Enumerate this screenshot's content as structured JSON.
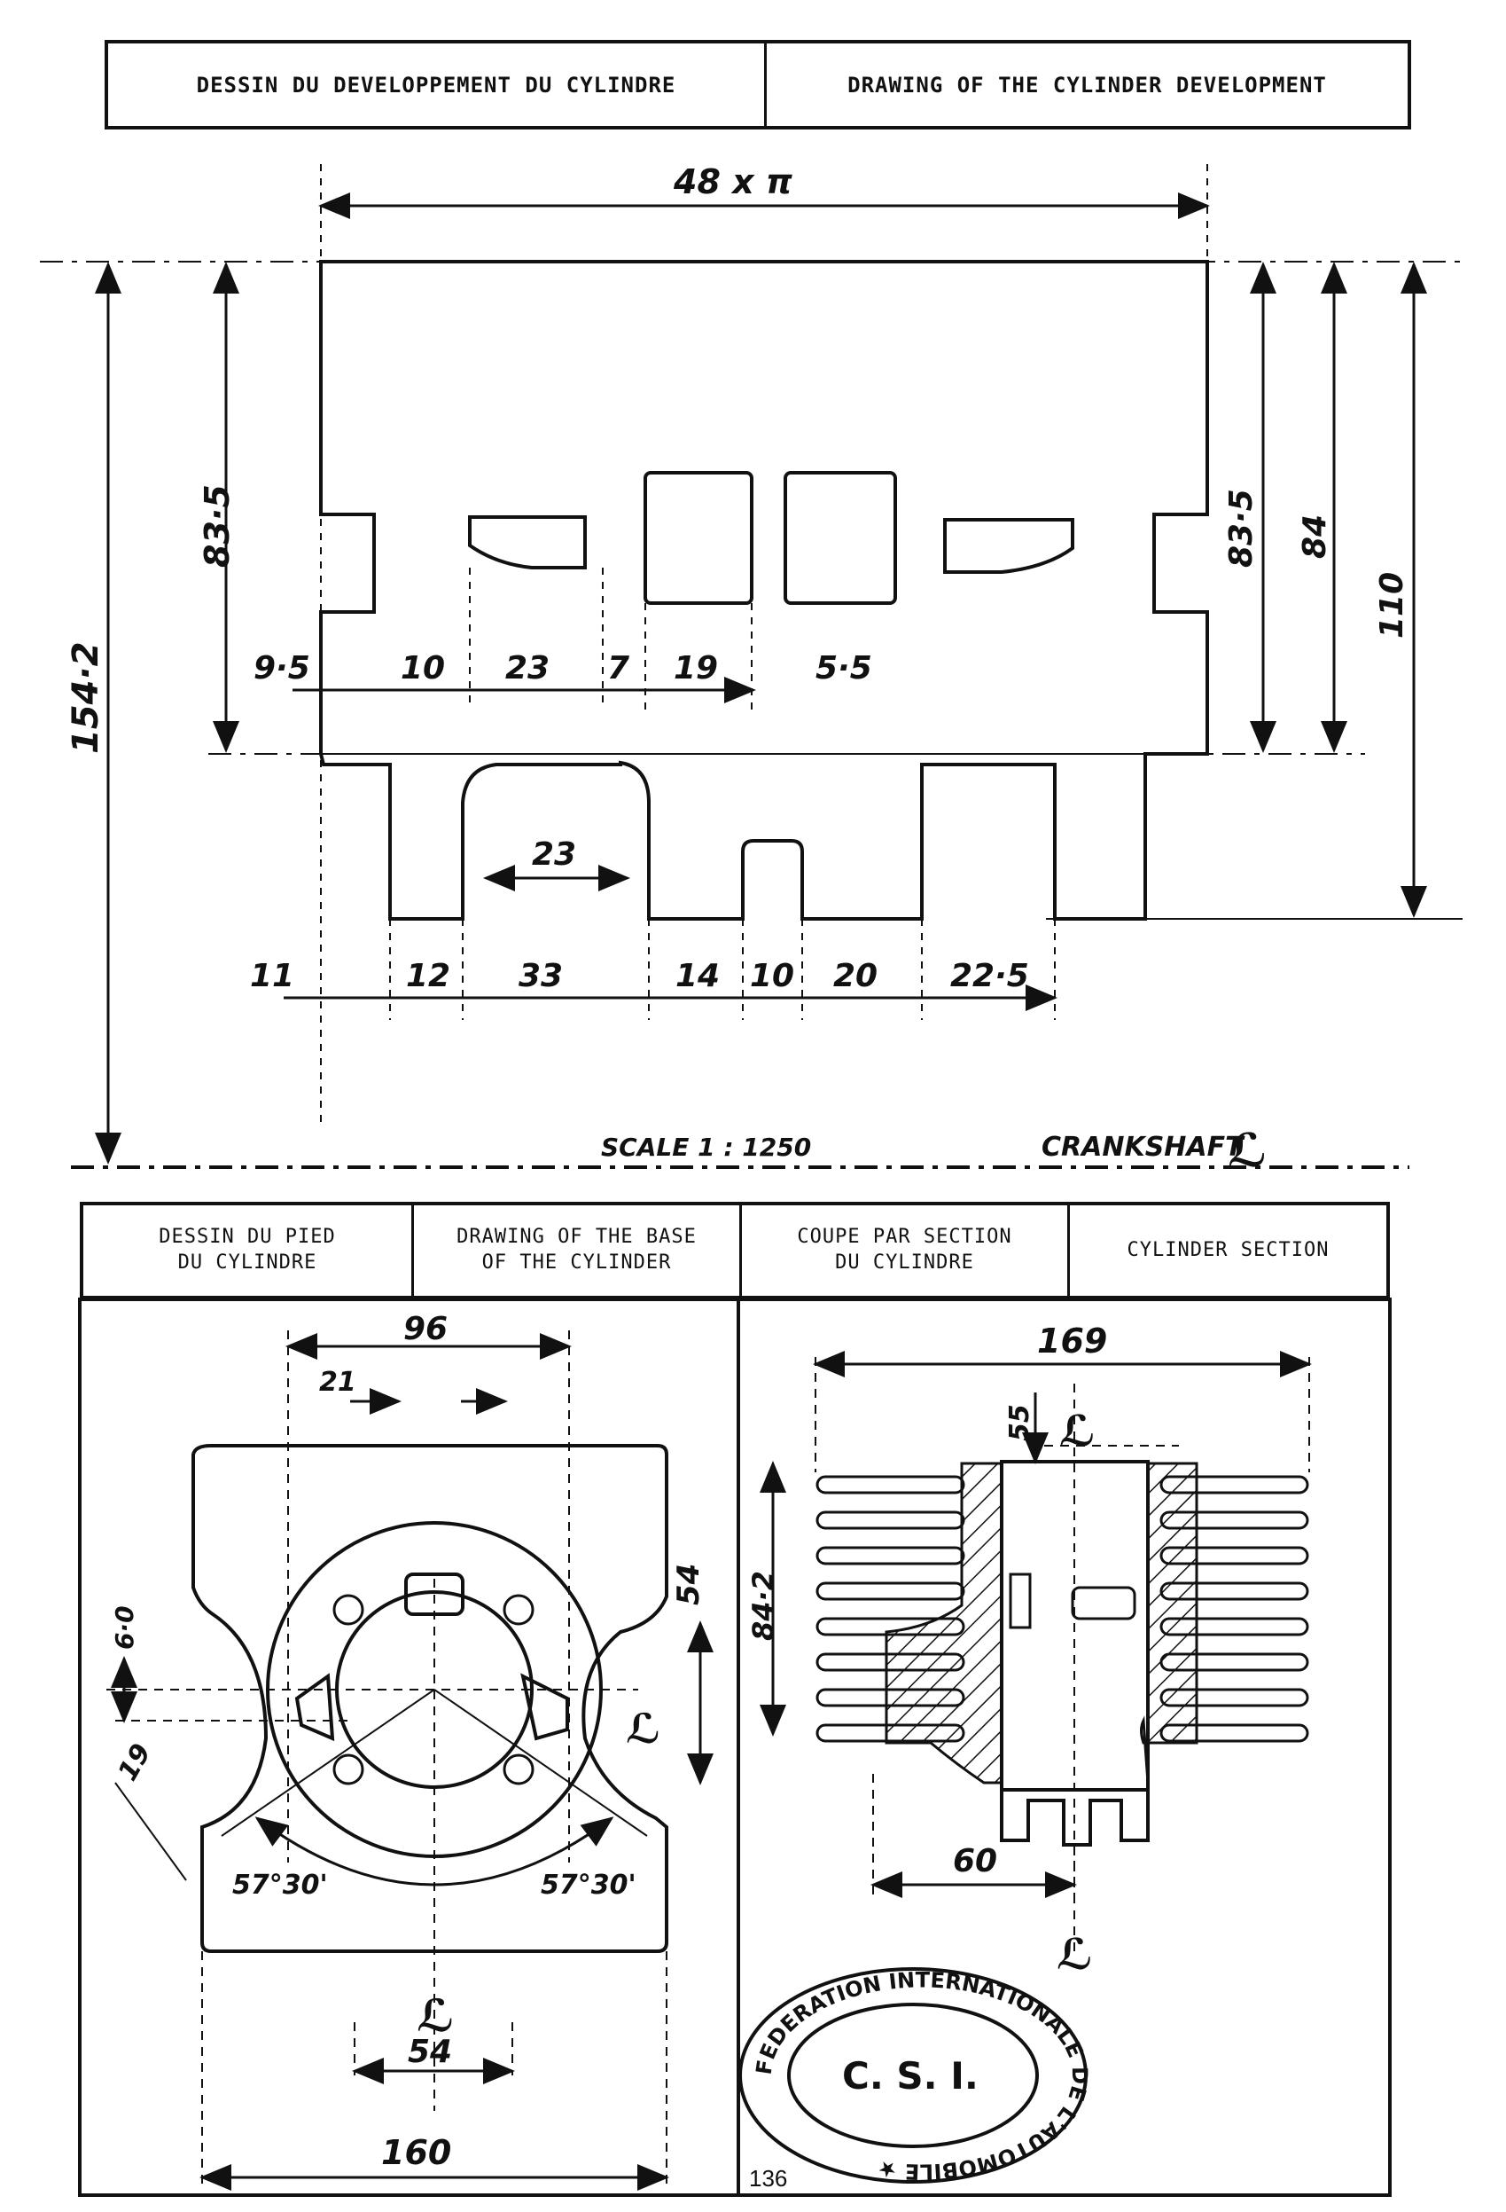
{
  "top_header": {
    "left": "DESSIN DU DEVELOPPEMENT DU CYLINDRE",
    "right": "DRAWING OF THE CYLINDER DEVELOPMENT"
  },
  "development": {
    "width_label": "48 x π",
    "left_heights": [
      "154·2",
      "83·5"
    ],
    "right_heights": [
      "83·5",
      "84",
      "110"
    ],
    "top_ports_dims": [
      "9·5",
      "10",
      "23",
      "7",
      "19",
      "5·5"
    ],
    "bottom_ports_dims": [
      "11",
      "12",
      "33",
      "14",
      "10",
      "20",
      "22·5"
    ],
    "inner_dim": "23",
    "scale": "SCALE 1 : 1250",
    "crankshaft": "CRANKSHAFT",
    "centerline_symbol": "ℒ"
  },
  "bottom_header": {
    "cells": [
      "DESSIN DU PIED\nDU CYLINDRE",
      "DRAWING OF THE BASE\nOF THE CYLINDER",
      "COUPE PAR SECTION\nDU CYLINDRE",
      "CYLINDER SECTION"
    ]
  },
  "base": {
    "dims": [
      "96",
      "21",
      "54",
      "6·0",
      "19",
      "57°30'",
      "57°30'",
      "54",
      "160"
    ],
    "centerline_symbol": "ℒ"
  },
  "section": {
    "dims": [
      "169",
      "55",
      "84·2",
      "60"
    ],
    "centerline_symbol": "ℒ"
  },
  "stamp": {
    "ring_text": "FEDERATION INTERNATIONALE DE L'AUTOMOBILE ★",
    "center_text": "C. S. I."
  },
  "page_number": "136"
}
